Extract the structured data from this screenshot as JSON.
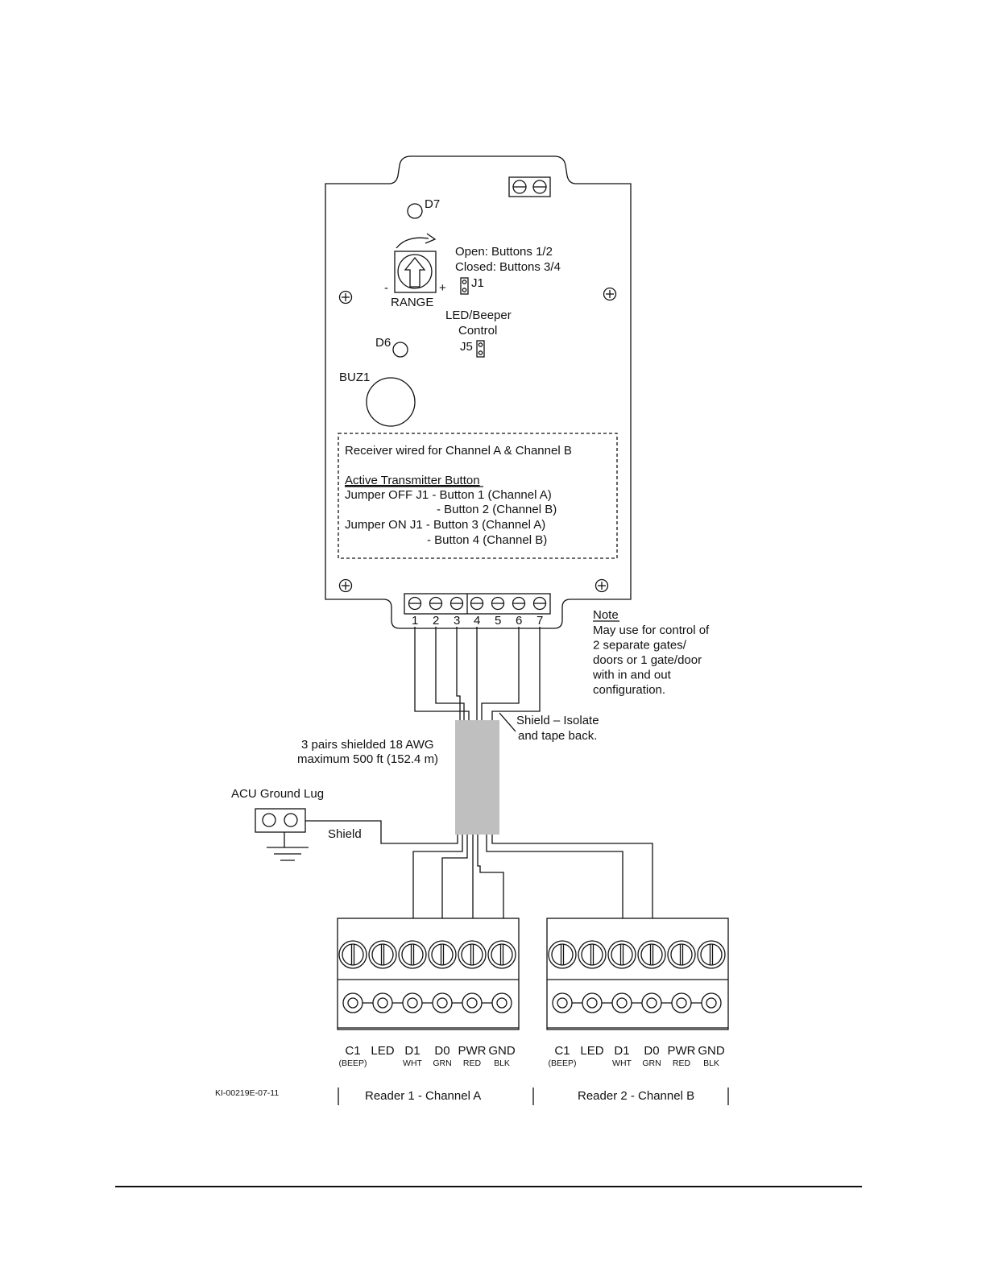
{
  "board": {
    "d7": "D7",
    "d6": "D6",
    "range": "RANGE",
    "minus": "-",
    "plus": "+",
    "j1_text_1": "Open: Buttons 1/2",
    "j1_text_2": "Closed: Buttons 3/4",
    "j1": "J1",
    "led_beeper_1": "LED/Beeper",
    "led_beeper_2": "Control",
    "j5": "J5",
    "buz1": "BUZ1"
  },
  "info_box": {
    "line1": "Receiver wired for Channel A & Channel B",
    "heading": "Active Transmitter Button",
    "line2": "Jumper  OFF J1 - Button 1 (Channel A)",
    "line3": "- Button 2 (Channel B)",
    "line4": "Jumper ON J1 - Button 3 (Channel A)",
    "line5": "- Button 4 (Channel B)"
  },
  "terminals": [
    "1",
    "2",
    "3",
    "4",
    "5",
    "6",
    "7"
  ],
  "note": {
    "title": "Note",
    "lines": [
      "May use for control of",
      "2 separate gates/",
      "doors or 1 gate/door",
      "with in and out",
      "configuration."
    ]
  },
  "cable": {
    "label1": "3 pairs shielded 18 AWG",
    "label2": "maximum 500 ft (152.4 m)",
    "shield1": "Shield – Isolate",
    "shield2": "and tape back."
  },
  "ground": {
    "title": "ACU Ground Lug",
    "shield": "Shield"
  },
  "readers": [
    {
      "pins": [
        "C1",
        "LED",
        "D1",
        "D0",
        "PWR",
        "GND"
      ],
      "subs": [
        "(BEEP)",
        "",
        "WHT",
        "GRN",
        "RED",
        "BLK"
      ],
      "caption": "Reader 1 -  Channel A"
    },
    {
      "pins": [
        "C1",
        "LED",
        "D1",
        "D0",
        "PWR",
        "GND"
      ],
      "subs": [
        "(BEEP)",
        "",
        "WHT",
        "GRN",
        "RED",
        "BLK"
      ],
      "caption": "Reader 2 - Channel B"
    }
  ],
  "doc_code": "KI-00219E-07-11"
}
